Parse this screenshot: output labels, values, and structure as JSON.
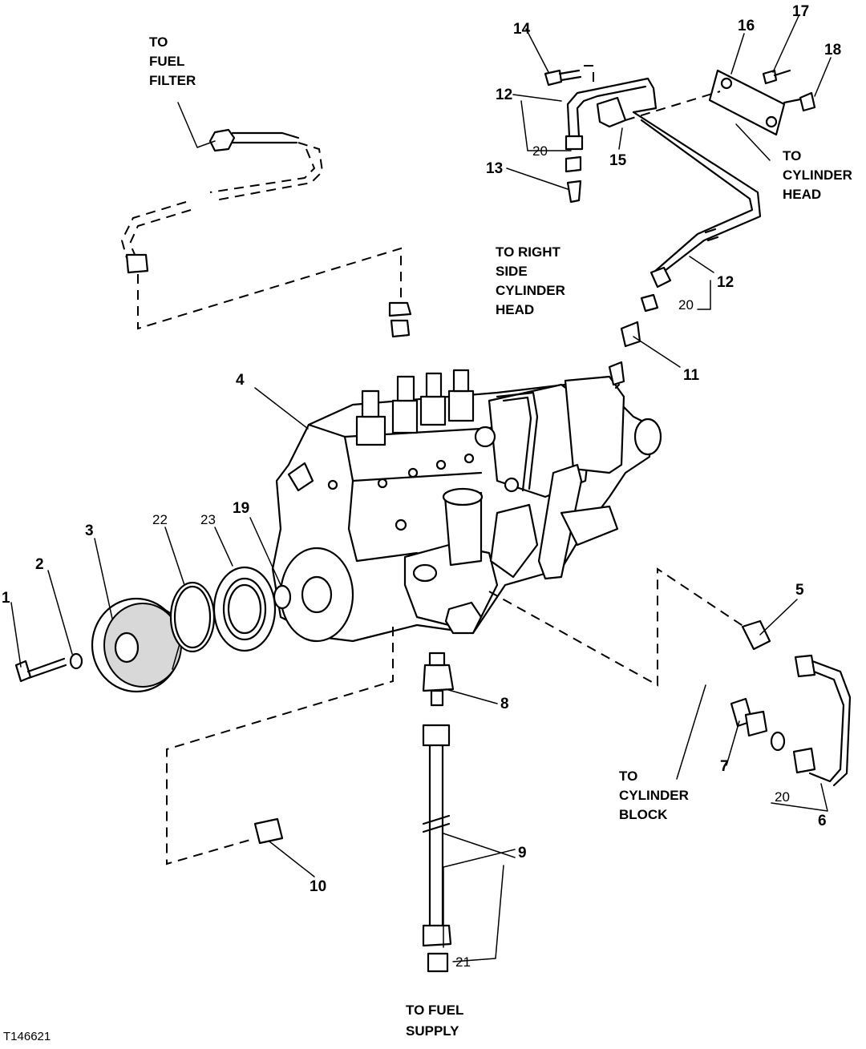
{
  "figure_id": "T146621",
  "destinations": {
    "fuel_filter": [
      "TO",
      "FUEL",
      "FILTER"
    ],
    "right_side_head": [
      "TO RIGHT",
      "SIDE",
      "CYLINDER",
      "HEAD"
    ],
    "cylinder_head": [
      "TO",
      "CYLINDER",
      "HEAD"
    ],
    "cylinder_block": [
      "TO",
      "CYLINDER",
      "BLOCK"
    ],
    "fuel_supply": [
      "TO FUEL",
      "SUPPLY"
    ]
  },
  "callouts": {
    "c1": "1",
    "c2": "2",
    "c3": "3",
    "c4": "4",
    "c5": "5",
    "c6": "6",
    "c7": "7",
    "c8": "8",
    "c9": "9",
    "c10": "10",
    "c11": "11",
    "c12a": "12",
    "c12b": "12",
    "c13": "13",
    "c14": "14",
    "c15": "15",
    "c16": "16",
    "c17": "17",
    "c18": "18",
    "c19": "19",
    "c20a": "20",
    "c20b": "20",
    "c20c": "20",
    "c21": "21",
    "c22": "22",
    "c23": "23"
  }
}
